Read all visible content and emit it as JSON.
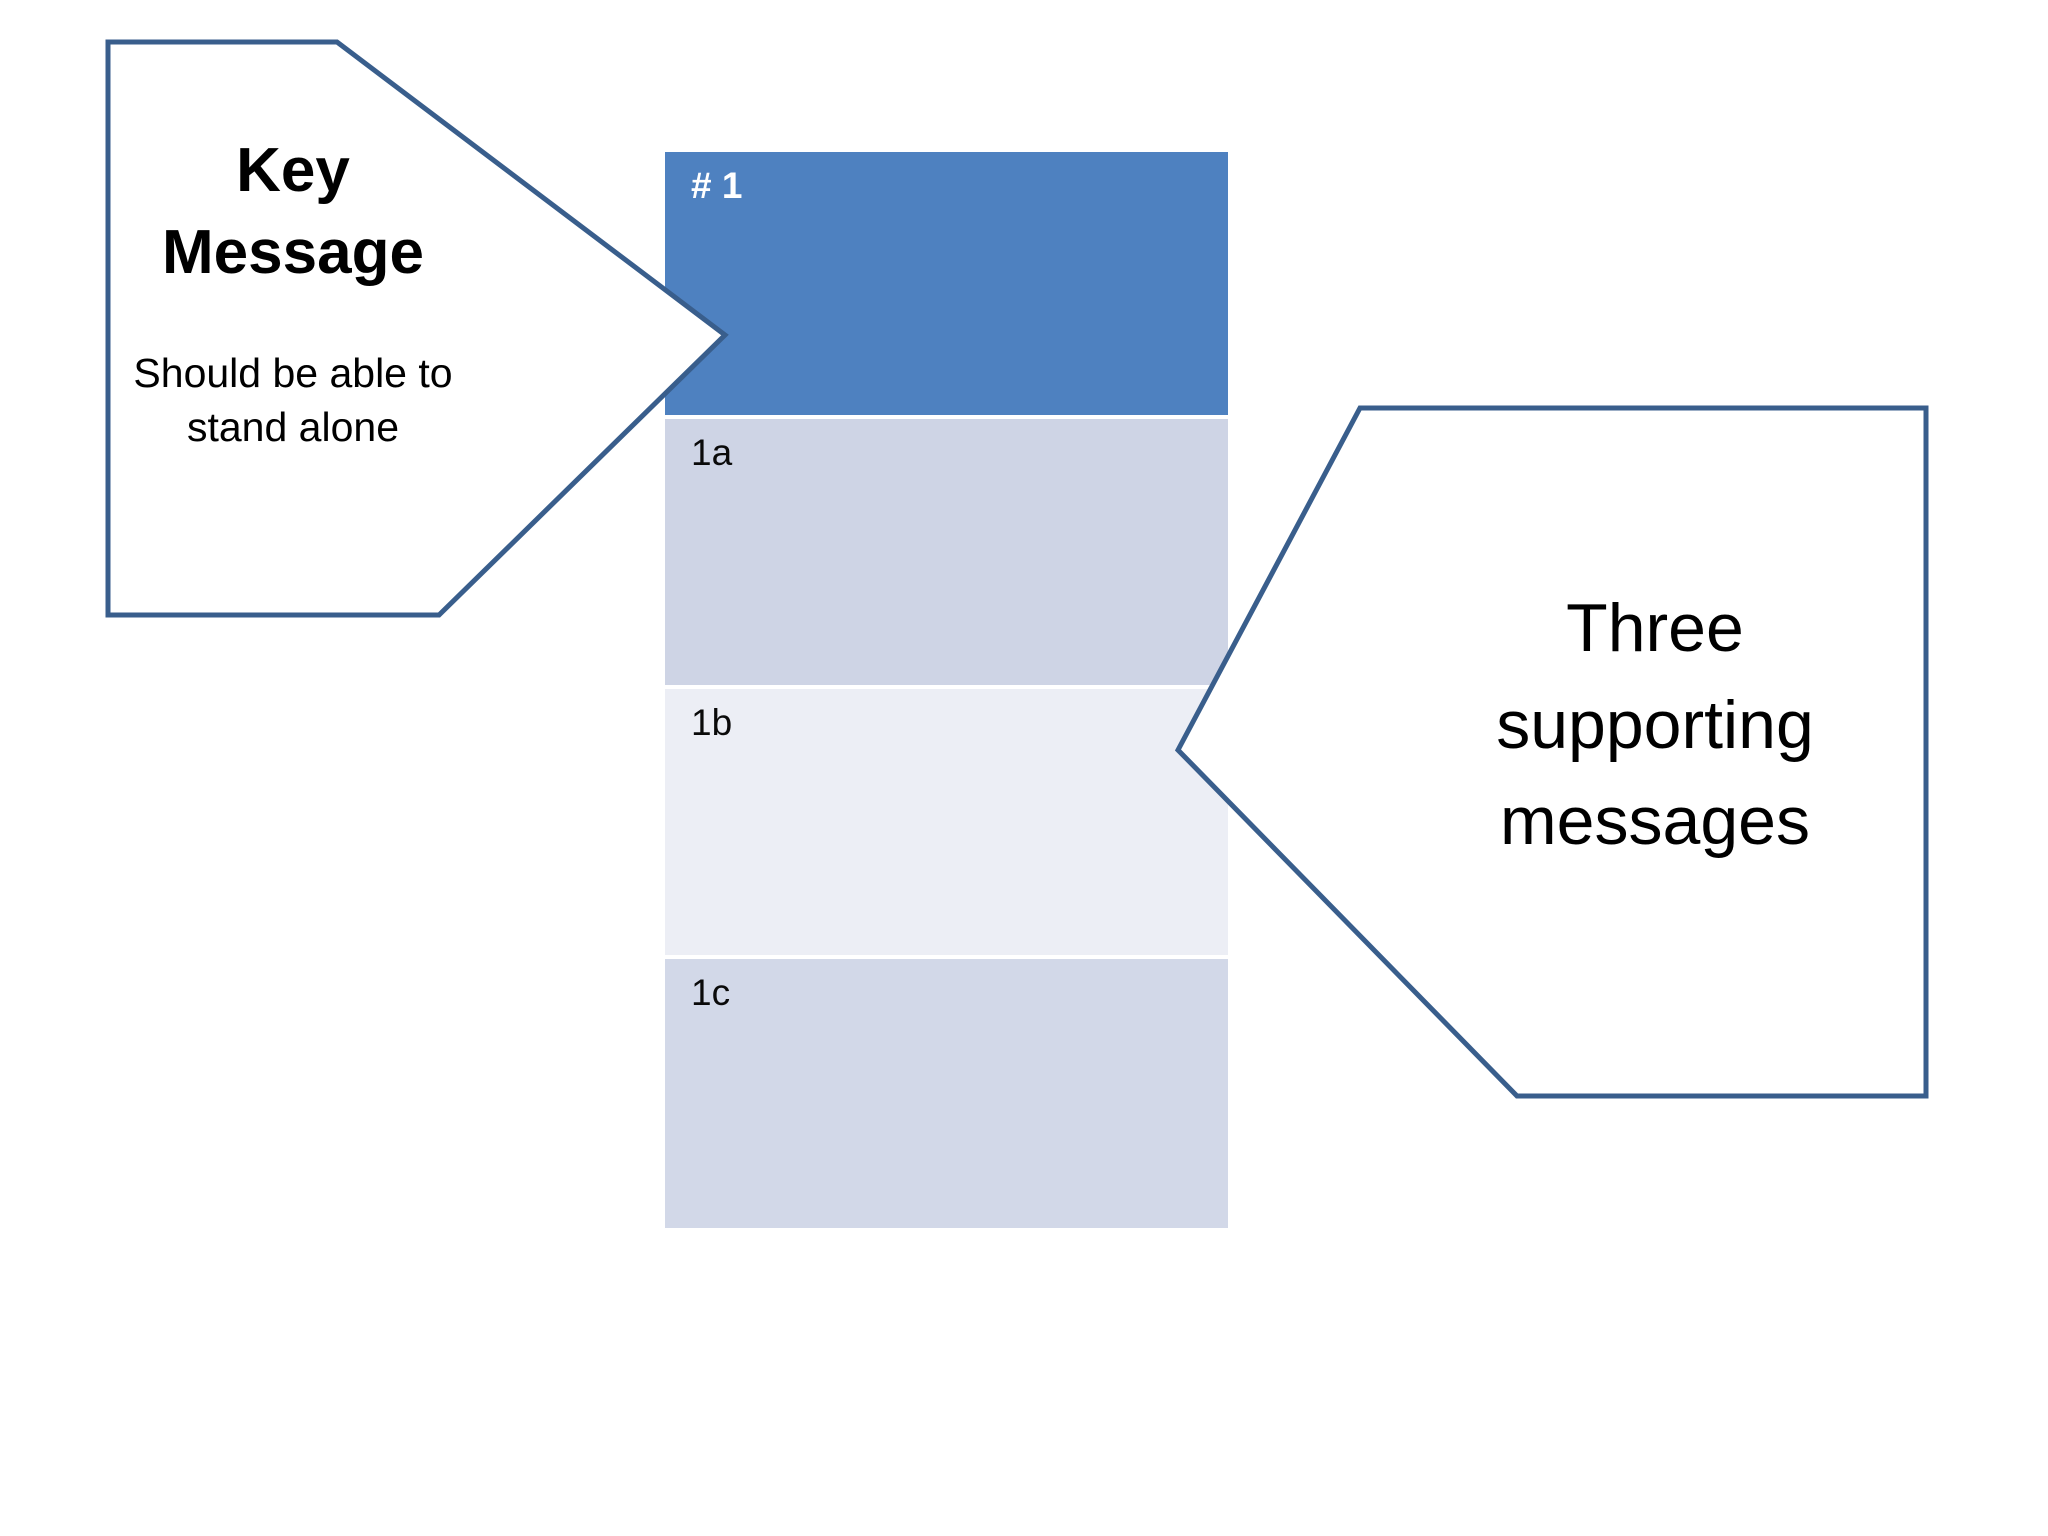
{
  "slide": {
    "background_color": "#ffffff",
    "accent_blue": "#4E81C0",
    "outline_blue": "#395E8C"
  },
  "stack": {
    "name": "message-stack",
    "bars": [
      {
        "id": "key",
        "label": "# 1",
        "fill": "#4E81C0",
        "text_color": "#ffffff"
      },
      {
        "id": "1a",
        "label": "1a",
        "fill": "#CED4E5",
        "text_color": "#0a0a0a"
      },
      {
        "id": "1b",
        "label": "1b",
        "fill": "#ECEEF5",
        "text_color": "#0a0a0a"
      },
      {
        "id": "1c",
        "label": "1c",
        "fill": "#D2D8E8",
        "text_color": "#0a0a0a"
      }
    ]
  },
  "callout_left": {
    "shape": "right-pointing-arrow-pentagon",
    "headline_line1": "Key",
    "headline_line2": "Message",
    "subtext_line1": "Should be able to",
    "subtext_line2": "stand alone"
  },
  "callout_right": {
    "shape": "left-pointing-arrow-pentagon",
    "headline_line1": "Three",
    "headline_line2": "supporting",
    "headline_line3": "messages"
  }
}
